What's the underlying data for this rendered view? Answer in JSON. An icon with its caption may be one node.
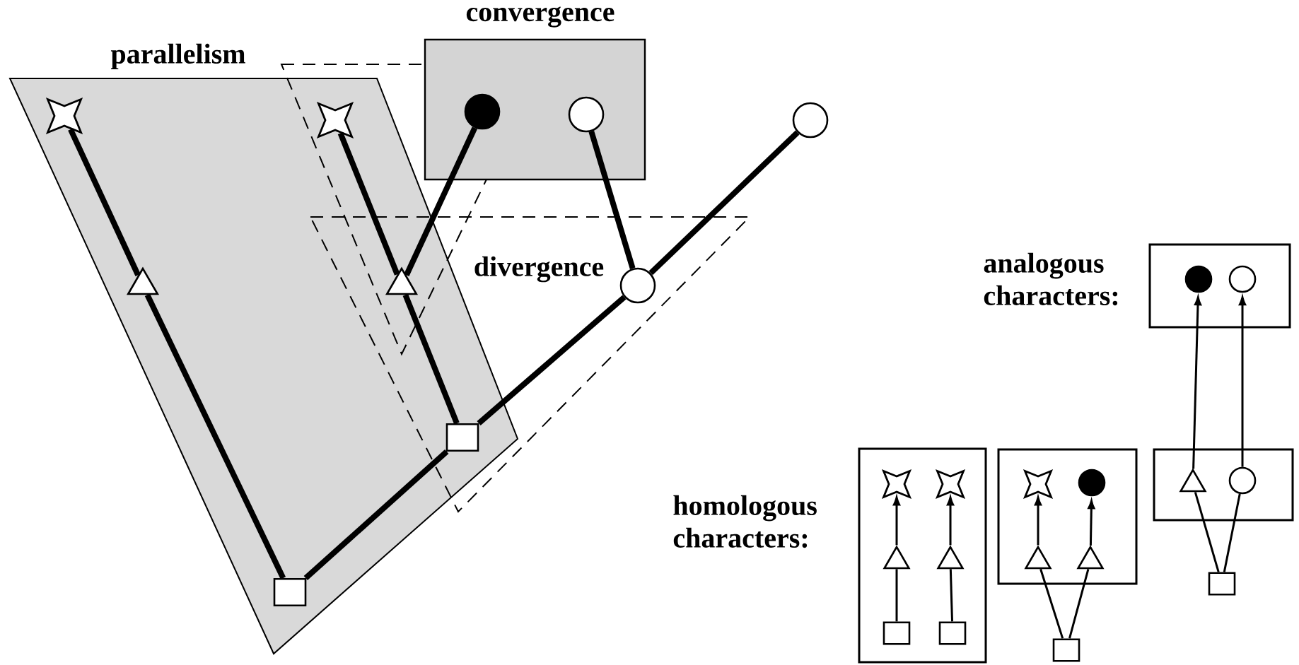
{
  "diagram": {
    "nodes": [
      {
        "text": [
          "parallelism"
        ]
      },
      {
        "text": [
          "convergence"
        ]
      },
      {
        "text": [
          "divergence"
        ]
      },
      {
        "text": [],
        "shape": "star"
      },
      {
        "text": [],
        "shape": "star",
        "in": 0
      },
      {
        "text": [],
        "shape": "dot"
      },
      {
        "text": [],
        "shape": "circle",
        "in": 1
      },
      {
        "text": [],
        "shape": "circle"
      },
      {
        "text": [],
        "shape": "triangle"
      },
      {
        "text": [],
        "shape": "triangle"
      },
      {
        "text": [],
        "shape": "circle",
        "in": 2
      },
      {
        "text": [],
        "shape": "square",
        "in": 2
      },
      {
        "text": [],
        "shape": "square"
      },
      {
        "text": [],
        "shape": "box"
      },
      {
        "text": [],
        "shape": "dot",
        "in": 13
      },
      {
        "text": [],
        "shape": "circle",
        "in": 13
      },
      {
        "text": [],
        "shape": "box"
      },
      {
        "text": [],
        "shape": "star",
        "in": 16
      },
      {
        "text": [],
        "shape": "star",
        "in": 16
      },
      {
        "text": [],
        "shape": "triangle",
        "in": 16
      },
      {
        "text": [],
        "shape": "triangle",
        "in": 16
      },
      {
        "text": [],
        "shape": "square",
        "in": 16
      },
      {
        "text": [],
        "shape": "square",
        "in": 16
      },
      {
        "text": [],
        "shape": "box"
      },
      {
        "text": [],
        "shape": "star",
        "in": 23
      },
      {
        "text": [],
        "shape": "dot",
        "in": 23
      },
      {
        "text": [],
        "shape": "triangle",
        "in": 23
      },
      {
        "text": [],
        "shape": "triangle",
        "in": 23
      },
      {
        "text": [],
        "shape": "square"
      },
      {
        "text": [],
        "shape": "box"
      },
      {
        "text": [],
        "shape": "triangle",
        "in": 29
      },
      {
        "text": [],
        "shape": "circle",
        "in": 29
      },
      {
        "text": [],
        "shape": "square"
      }
    ],
    "edges": [
      {
        "from": 12,
        "to": 8,
        "arrow": "none",
        "style": "thick"
      },
      {
        "from": 8,
        "to": 3,
        "arrow": "none",
        "style": "thick"
      },
      {
        "from": 12,
        "to": 11,
        "arrow": "none",
        "style": "thick"
      },
      {
        "from": 11,
        "to": 9,
        "arrow": "none",
        "style": "thick"
      },
      {
        "from": 9,
        "to": 4,
        "arrow": "none",
        "style": "thick"
      },
      {
        "from": 9,
        "to": 5,
        "arrow": "none",
        "style": "thick"
      },
      {
        "from": 11,
        "to": 10,
        "arrow": "none",
        "style": "thick"
      },
      {
        "from": 10,
        "to": 7,
        "arrow": "none",
        "style": "thick"
      },
      {
        "from": 10,
        "to": 6,
        "arrow": "none",
        "style": "thick"
      },
      {
        "from": 21,
        "to": 19,
        "arrow": "none"
      },
      {
        "from": 19,
        "to": 17,
        "arrow": "to"
      },
      {
        "from": 22,
        "to": 20,
        "arrow": "none"
      },
      {
        "from": 20,
        "to": 18,
        "arrow": "to"
      },
      {
        "from": 28,
        "to": 26,
        "arrow": "none"
      },
      {
        "from": 28,
        "to": 27,
        "arrow": "none"
      },
      {
        "from": 26,
        "to": 24,
        "arrow": "to"
      },
      {
        "from": 27,
        "to": 25,
        "arrow": "to"
      },
      {
        "from": 32,
        "to": 30,
        "arrow": "none"
      },
      {
        "from": 32,
        "to": 31,
        "arrow": "none"
      },
      {
        "from": 30,
        "to": 14,
        "arrow": "to"
      },
      {
        "from": 31,
        "to": 15,
        "arrow": "to"
      }
    ],
    "labels": [
      "analogous characters:",
      "homologous characters:"
    ]
  }
}
